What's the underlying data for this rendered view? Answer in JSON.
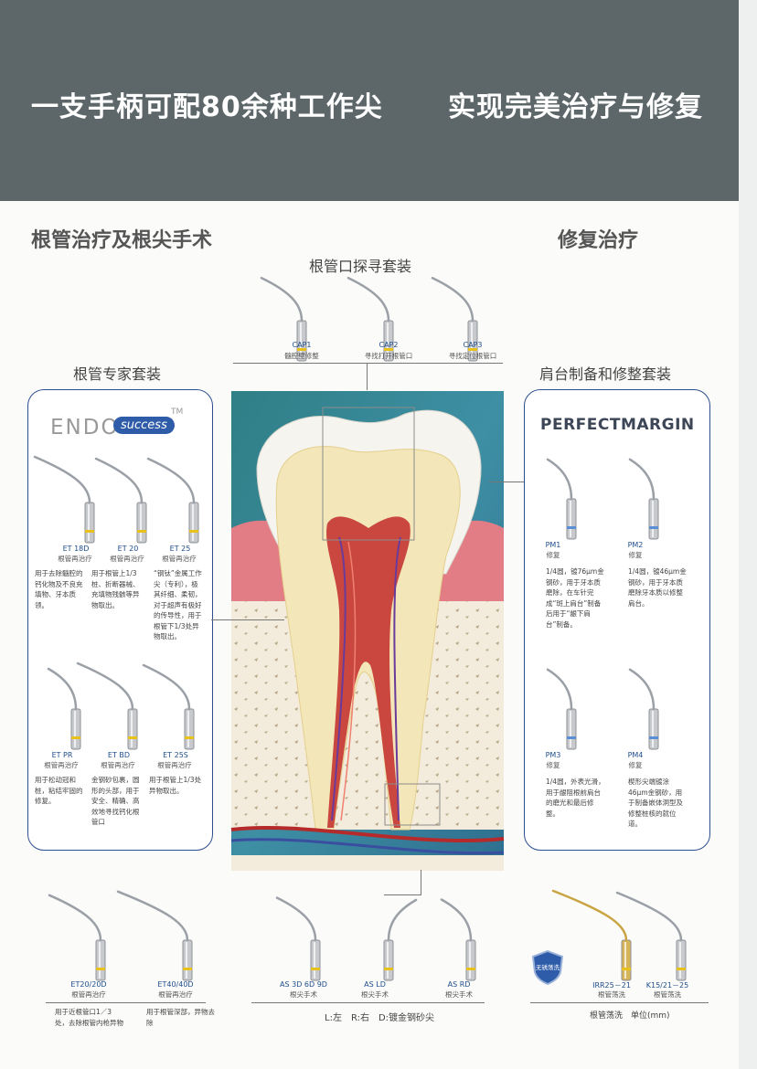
{
  "banner": {
    "left_title": "一支手柄可配80余种工作尖",
    "right_title": "实现完美治疗与修复"
  },
  "sections": {
    "left": "根管治疗及根尖手术",
    "right": "修复治疗"
  },
  "kits": {
    "cap": {
      "title": "根管口探寻套装",
      "tips": [
        {
          "code": "CAP1",
          "name": "髓腔壁修整"
        },
        {
          "code": "CAP2",
          "name": "寻找打开根管口"
        },
        {
          "code": "CAP3",
          "name": "寻找定位根管口"
        }
      ]
    },
    "endo": {
      "title": "根管专家套装",
      "brand_word": "ENDO",
      "brand_pill": "success",
      "brand_tm": "TM",
      "tips": [
        {
          "code": "ET 18D",
          "name": "根管再治疗",
          "desc": "用于去除髓腔的钙化物及不良充填物、牙本质领。"
        },
        {
          "code": "ET 20",
          "name": "根管再治疗",
          "desc": "用于根管上1/3桩、折断器械、充填物残骸等异物取出。"
        },
        {
          "code": "ET 25",
          "name": "根管再治疗",
          "desc": "“钢钛”金属工作尖（专利），极其纤细、柔韧，对于超声有极好的传导性，用于根管下1/3处异物取出。"
        },
        {
          "code": "ET PR",
          "name": "根管再治疗",
          "desc": "用于松动冠和桩，粘结牢固的修复。"
        },
        {
          "code": "ET BD",
          "name": "根管再治疗",
          "desc": "金钢砂包裹，圆形的头部，用于安全、精确、高效地寻找钙化根管口"
        },
        {
          "code": "ET 25S",
          "name": "根管再治疗",
          "desc": "用于根管上1/3处异物取出。"
        }
      ]
    },
    "pm": {
      "title": "肩台制备和修整套装",
      "brand": "PERFECTMARGIN",
      "tips": [
        {
          "code": "PM1",
          "name": "修复",
          "desc": "1/4圆，镀76μm金钢砂，用于牙本质磨除，在车针完成“斑上肩台”制备后用于“龈下肩台”制备。"
        },
        {
          "code": "PM2",
          "name": "修复",
          "desc": "1/4圆，镀46μm金钢砂，用于牙本质磨除牙本质以修整肩台。"
        },
        {
          "code": "PM3",
          "name": "修复",
          "desc": "1/4圆，外表光滑，用于龈阻根前肩台的磨光和最后修整。"
        },
        {
          "code": "PM4",
          "name": "修复",
          "desc": "楔形尖端镀涂46μm金钢砂，用于制备嵌体洞型及修整桩核的就位道。"
        }
      ]
    },
    "bottom": {
      "tips": [
        {
          "code": "ET20/20D",
          "name": "根管再治疗",
          "desc": "用于近根管口1／3处，去除根管内枪异物"
        },
        {
          "code": "ET40/40D",
          "name": "根管再治疗",
          "desc": "用于根管深部，异物去除"
        },
        {
          "code": "AS 3D 6D 9D",
          "name": "根尖手术"
        },
        {
          "code": "AS LD",
          "name": "根尖手术"
        },
        {
          "code": "AS RD",
          "name": "根尖手术"
        },
        {
          "code": "IRR25－21",
          "name": "根管荡洗"
        },
        {
          "code": "K15/21－25",
          "name": "根管荡洗"
        }
      ],
      "as_note": "L:左　R:右　D:镀金钢砂尖",
      "irr_note": "根管荡洗　单位(mm)",
      "badge": "无锈荡洗"
    }
  },
  "colors": {
    "banner": "#5d676a",
    "accent": "#2d4f8f",
    "code_blue": "#1f4e8c",
    "ring_yellow": "#e8c21a",
    "ring_blue": "#5a8fd6"
  }
}
